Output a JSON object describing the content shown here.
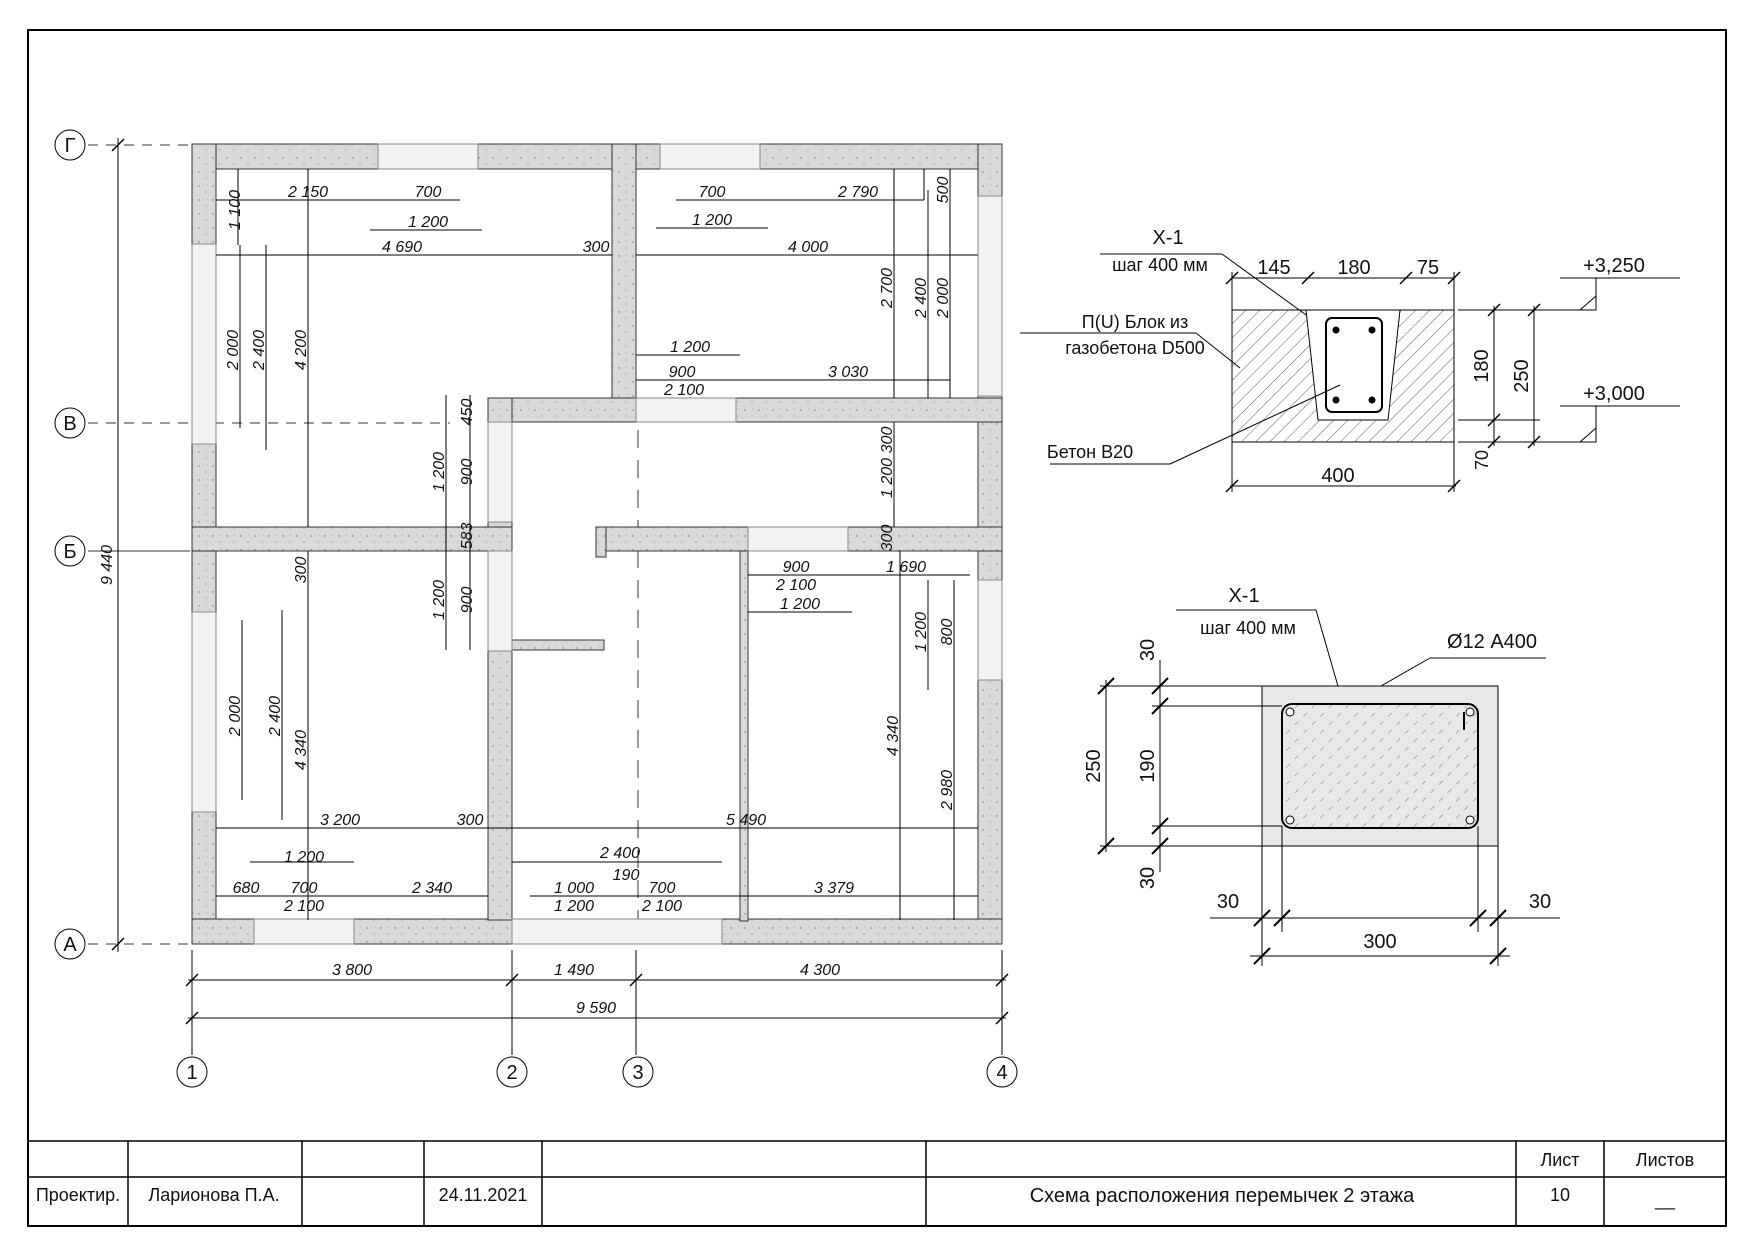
{
  "axes": {
    "rows": [
      "Г",
      "В",
      "Б",
      "А"
    ],
    "cols": [
      "1",
      "2",
      "3",
      "4"
    ]
  },
  "dims": {
    "overall_height": "9 440",
    "overall_width": "9 590",
    "span_1_2": "3 800",
    "span_2_3": "1 490",
    "span_3_4": "4 300",
    "d2150": "2 150",
    "d700a": "700",
    "d1200a": "1 200",
    "d4690": "4 690",
    "d300a": "300",
    "d1100": "1 100",
    "d2000a": "2 000",
    "d2400a": "2 400",
    "d4200": "4 200",
    "d700b": "700",
    "d2790": "2 790",
    "d500": "500",
    "d1200b": "1 200",
    "d4000": "4 000",
    "d2700": "2 700",
    "d2400b": "2 400",
    "d2000b": "2 000",
    "d1200c": "1 200",
    "d900a": "900",
    "d3030": "3 030",
    "d2100a": "2 100",
    "d450": "450",
    "d1200d": "1 200",
    "d900b": "900",
    "d583": "583",
    "d1200e": "1 200",
    "d900c": "900",
    "d300b": "300",
    "d1200f": "1 200",
    "d300c": "300",
    "d300d": "300",
    "d900d": "900",
    "d1690": "1 690",
    "d2100b": "2 100",
    "d1200g": "1 200",
    "d1200h": "1 200",
    "d800": "800",
    "d4340a": "4 340",
    "d2980": "2 980",
    "d2000c": "2 000",
    "d2400c": "2 400",
    "d4340b": "4 340",
    "d3200": "3 200",
    "d300e": "300",
    "d5490": "5 490",
    "d1200i": "1 200",
    "d680": "680",
    "d700c": "700",
    "d2100c": "2 100",
    "d2340": "2 340",
    "d2400d": "2 400",
    "d190": "190",
    "d1000": "1 000",
    "d700d": "700",
    "d1200j": "1 200",
    "d2100d": "2 100",
    "d3379": "3 379"
  },
  "section1": {
    "mark": "Х-1",
    "step": "шаг 400 мм",
    "w145": "145",
    "w180": "180",
    "w75": "75",
    "block_label_1": "П(U) Блок из",
    "block_label_2": "газобетона D500",
    "concrete": "Бетон В20",
    "width400": "400",
    "h180": "180",
    "h250": "250",
    "h70": "70",
    "level_top": "+3,250",
    "level_bottom": "+3,000"
  },
  "section2": {
    "mark": "Х-1",
    "step": "шаг 400 мм",
    "rebar": "Ø12 А400",
    "h30a": "30",
    "h250": "250",
    "h190": "190",
    "h30b": "30",
    "w30a": "30",
    "w30b": "30",
    "w300": "300"
  },
  "titleblock": {
    "role": "Проектир.",
    "name": "Ларионова П.А.",
    "date": "24.11.2021",
    "title": "Схема расположения перемычек 2 этажа",
    "sheet_label": "Лист",
    "sheets_label": "Листов",
    "sheet_no": "10",
    "sheets_total": "__"
  }
}
